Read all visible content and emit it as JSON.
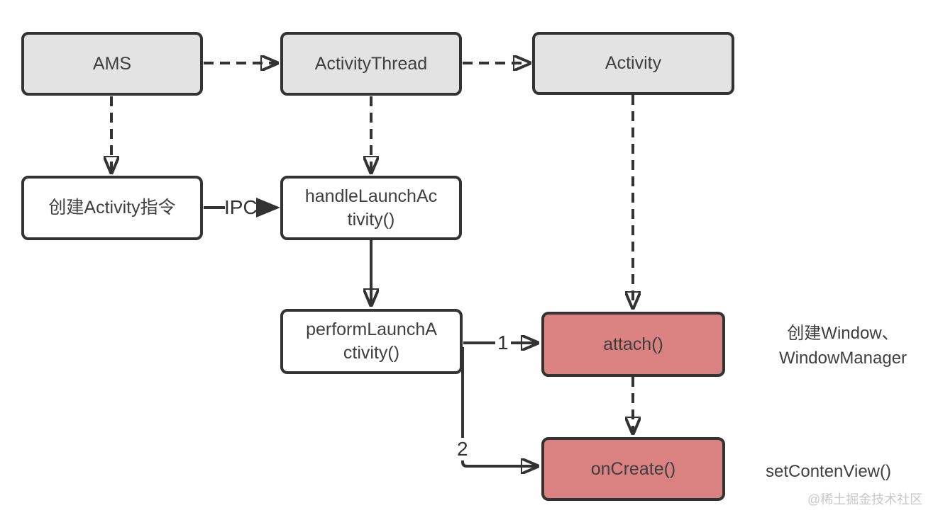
{
  "diagram": {
    "nodes": {
      "ams": {
        "label": "AMS"
      },
      "activity_thread": {
        "label": "ActivityThread"
      },
      "activity": {
        "label": "Activity"
      },
      "create_activity_command": {
        "label": "创建Activity指令"
      },
      "handle_launch_activity": {
        "label": "handleLaunchAc\ntivity()"
      },
      "perform_launch_activity": {
        "label": "performLaunchA\nctivity()"
      },
      "attach": {
        "label": "attach()"
      },
      "on_create": {
        "label": "onCreate()"
      }
    },
    "edge_labels": {
      "ipc": "IPC",
      "branch_1": "1",
      "branch_2": "2"
    },
    "annotations": {
      "attach_note": "创建Window、\nWindowManager",
      "on_create_note": "setContenView()"
    },
    "watermark": "@稀土掘金技术社区",
    "colors": {
      "stroke": "#333333",
      "text": "#3f3f3f",
      "node_gray_fill": "#e3e3e3",
      "node_white_fill": "#ffffff",
      "node_red_fill": "#d98281",
      "watermark": "#c8c8c8",
      "bg": "#ffffff"
    }
  }
}
